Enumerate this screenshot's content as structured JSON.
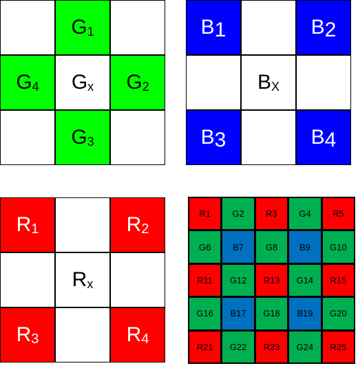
{
  "colors": {
    "green": "#00ff00",
    "blue": "#0000ff",
    "red": "#ff0000",
    "bayer_red": "#ff0000",
    "bayer_green": "#00b050",
    "bayer_blue": "#0070c0",
    "empty": "#ffffff"
  },
  "green_grid": {
    "cells": [
      {
        "letter": "",
        "sub": "",
        "fill": "w"
      },
      {
        "letter": "G",
        "sub": "1",
        "fill": "g"
      },
      {
        "letter": "",
        "sub": "",
        "fill": "w"
      },
      {
        "letter": "G",
        "sub": "4",
        "fill": "g"
      },
      {
        "letter": "G",
        "sub": "x",
        "fill": "w"
      },
      {
        "letter": "G",
        "sub": "2",
        "fill": "g"
      },
      {
        "letter": "",
        "sub": "",
        "fill": "w"
      },
      {
        "letter": "G",
        "sub": "3",
        "fill": "g"
      },
      {
        "letter": "",
        "sub": "",
        "fill": "w"
      }
    ]
  },
  "blue_grid": {
    "cells": [
      {
        "letter": "B",
        "sub": "1",
        "fill": "b"
      },
      {
        "letter": "",
        "sub": "",
        "fill": "w"
      },
      {
        "letter": "B",
        "sub": "2",
        "fill": "b"
      },
      {
        "letter": "",
        "sub": "",
        "fill": "w"
      },
      {
        "letter": "B",
        "sub": "X",
        "fill": "w"
      },
      {
        "letter": "",
        "sub": "",
        "fill": "w"
      },
      {
        "letter": "B",
        "sub": "3",
        "fill": "b"
      },
      {
        "letter": "",
        "sub": "",
        "fill": "w"
      },
      {
        "letter": "B",
        "sub": "4",
        "fill": "b"
      }
    ]
  },
  "red_grid": {
    "cells": [
      {
        "letter": "R",
        "sub": "1",
        "fill": "r"
      },
      {
        "letter": "",
        "sub": "",
        "fill": "w"
      },
      {
        "letter": "R",
        "sub": "2",
        "fill": "r"
      },
      {
        "letter": "",
        "sub": "",
        "fill": "w"
      },
      {
        "letter": "R",
        "sub": "x",
        "fill": "w"
      },
      {
        "letter": "",
        "sub": "",
        "fill": "w"
      },
      {
        "letter": "R",
        "sub": "3",
        "fill": "r"
      },
      {
        "letter": "",
        "sub": "",
        "fill": "w"
      },
      {
        "letter": "R",
        "sub": "4",
        "fill": "r"
      }
    ]
  },
  "bayer_grid": {
    "cells": [
      {
        "label": "R1",
        "fill": "br"
      },
      {
        "label": "G2",
        "fill": "bg"
      },
      {
        "label": "R3",
        "fill": "br"
      },
      {
        "label": "G4",
        "fill": "bg"
      },
      {
        "label": "R5",
        "fill": "br"
      },
      {
        "label": "G6",
        "fill": "bg"
      },
      {
        "label": "B7",
        "fill": "bb"
      },
      {
        "label": "G8",
        "fill": "bg"
      },
      {
        "label": "B9",
        "fill": "bb"
      },
      {
        "label": "G10",
        "fill": "bg"
      },
      {
        "label": "R11",
        "fill": "br"
      },
      {
        "label": "G12",
        "fill": "bg"
      },
      {
        "label": "R13",
        "fill": "br"
      },
      {
        "label": "G14",
        "fill": "bg"
      },
      {
        "label": "R15",
        "fill": "br"
      },
      {
        "label": "G16",
        "fill": "bg"
      },
      {
        "label": "B17",
        "fill": "bb"
      },
      {
        "label": "G18",
        "fill": "bg"
      },
      {
        "label": "B19",
        "fill": "bb"
      },
      {
        "label": "G20",
        "fill": "bg"
      },
      {
        "label": "R21",
        "fill": "br"
      },
      {
        "label": "G22",
        "fill": "bg"
      },
      {
        "label": "R23",
        "fill": "br"
      },
      {
        "label": "G24",
        "fill": "bg"
      },
      {
        "label": "R25",
        "fill": "br"
      }
    ]
  }
}
